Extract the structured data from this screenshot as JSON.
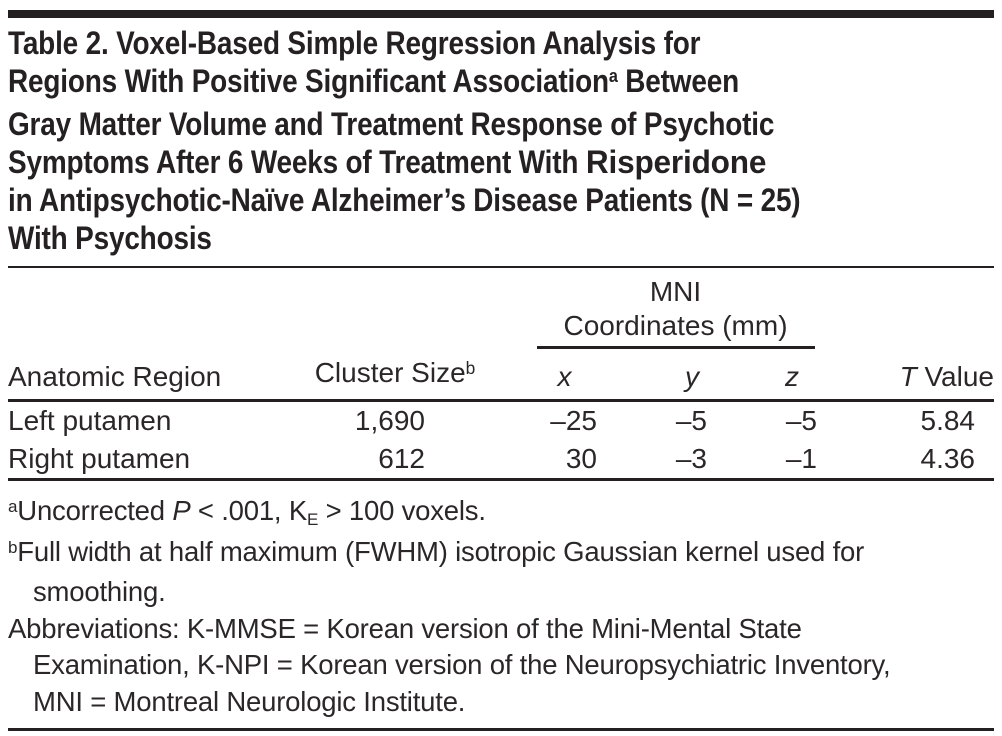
{
  "colors": {
    "ink": "#2b2728",
    "title_ink": "#252122",
    "rule": "#242021",
    "background": "#ffffff"
  },
  "title": {
    "lines": [
      {
        "segs": [
          {
            "t": "Table 2. Voxel-Based Simple Regression Analysis for"
          }
        ]
      },
      {
        "segs": [
          {
            "t": "Regions With Positive Significant Association"
          },
          {
            "t": "a",
            "s": "sup"
          },
          {
            "t": " Between"
          }
        ]
      },
      {
        "segs": [
          {
            "t": "Gray Matter Volume and Treatment Response of Psychotic"
          }
        ]
      },
      {
        "segs": [
          {
            "t": "Symptoms After 6 Weeks of Treatment With "
          },
          {
            "t": "Risperidone",
            "s": "drug"
          }
        ]
      },
      {
        "segs": [
          {
            "t": "in Antipsychotic-Naïve Alzheimer’s Disease Patients (N = 25)"
          }
        ]
      },
      {
        "segs": [
          {
            "t": "With Psychosis"
          }
        ]
      }
    ]
  },
  "table": {
    "spanner": {
      "line1": "MNI",
      "line2": "Coordinates (mm)"
    },
    "columns": [
      [
        {
          "t": "Anatomic Region"
        }
      ],
      [
        {
          "t": "Cluster Size"
        },
        {
          "t": "b",
          "s": "sup"
        }
      ],
      [
        {
          "t": "x",
          "s": "i"
        }
      ],
      [
        {
          "t": "y",
          "s": "i"
        }
      ],
      [
        {
          "t": "z",
          "s": "i"
        }
      ],
      [
        {
          "t": "T",
          "s": "i"
        },
        {
          "t": " Value"
        }
      ]
    ],
    "rows": [
      {
        "region": "Left putamen",
        "cluster": "1,690",
        "x": "–25",
        "y": "–5",
        "z": "–5",
        "t": "5.84"
      },
      {
        "region": "Right putamen",
        "cluster": "612",
        "x": "30",
        "y": "–3",
        "z": "–1",
        "t": "4.36"
      }
    ]
  },
  "footnotes": {
    "lines": [
      {
        "segs": [
          {
            "t": "a",
            "s": "sup"
          },
          {
            "t": "Uncorrected "
          },
          {
            "t": "P",
            "s": "i"
          },
          {
            "t": " < .001, K"
          },
          {
            "t": "E",
            "s": "sub"
          },
          {
            "t": " > 100 voxels."
          }
        ]
      },
      {
        "segs": [
          {
            "t": "b",
            "s": "sup"
          },
          {
            "t": "Full width at half maximum (FWHM) isotropic Gaussian kernel used for"
          }
        ]
      },
      {
        "in": 1,
        "segs": [
          {
            "t": "smoothing."
          }
        ]
      },
      {
        "segs": [
          {
            "t": "Abbreviations: K-MMSE = Korean version of the Mini-Mental State"
          }
        ]
      },
      {
        "in": 1,
        "segs": [
          {
            "t": "Examination, K-NPI = Korean version of the Neuropsychiatric Inventory,"
          }
        ]
      },
      {
        "in": 1,
        "segs": [
          {
            "t": "MNI = Montreal Neurologic Institute."
          }
        ]
      }
    ]
  }
}
